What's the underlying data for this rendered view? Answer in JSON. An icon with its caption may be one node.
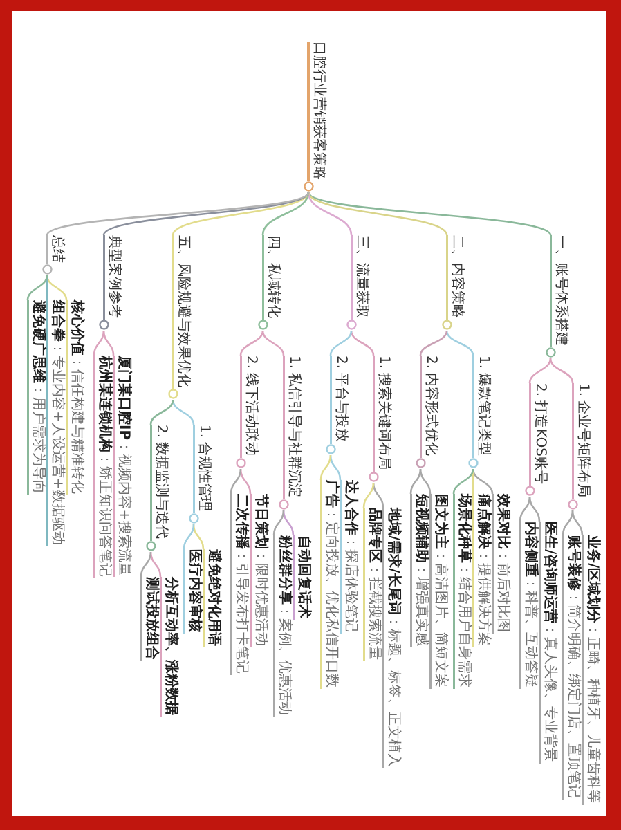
{
  "diagram": {
    "nodes": [
      {
        "text": [
          "口腔行业营销获客策略"
        ]
      },
      {
        "text": [
          "一、账号体系搭建"
        ]
      },
      {
        "text": [
          "1. 企业号矩阵布局"
        ]
      },
      {
        "text": [
          "**业务/区域划分**：正畸、种植牙、儿童齿科等"
        ]
      },
      {
        "text": [
          "**账号装修**：简介明确、绑定门店、置顶笔记"
        ]
      },
      {
        "text": [
          "2. 打造KOS账号"
        ]
      },
      {
        "text": [
          "**医生/咨询师运营**：真人头像、专业背景"
        ]
      },
      {
        "text": [
          "**内容侧重**：科普、互动答疑"
        ]
      },
      {
        "text": [
          "二、内容策略"
        ]
      },
      {
        "text": [
          "1. 爆款笔记类型"
        ]
      },
      {
        "text": [
          "**效果对比**：前后对比图"
        ]
      },
      {
        "text": [
          "**痛点解决**：提供解决方案"
        ]
      },
      {
        "text": [
          "**场景化种草**：结合用户自身需求"
        ]
      },
      {
        "text": [
          "2. 内容形式优化"
        ]
      },
      {
        "text": [
          "**图文为主**：高清图片、简短文案"
        ]
      },
      {
        "text": [
          "**短视频辅助**：增强真实感"
        ]
      },
      {
        "text": [
          "三、流量获取"
        ]
      },
      {
        "text": [
          "1. 搜索关键词布局"
        ]
      },
      {
        "text": [
          "**地域/需求/长尾词**：标题、标签、正文植入"
        ]
      },
      {
        "text": [
          "**品牌专区**：拦截搜索流量"
        ]
      },
      {
        "text": [
          "2. 平台与投放"
        ]
      },
      {
        "text": [
          "**达人合作**：探店体验笔记"
        ]
      },
      {
        "text": [
          "**广告**：定向投放、优化私信开口数"
        ]
      },
      {
        "text": [
          "四、私域转化"
        ]
      },
      {
        "text": [
          "1. 私信引导与社群沉淀"
        ]
      },
      {
        "text": [
          "自动回复话术"
        ]
      },
      {
        "text": [
          "**粉丝群分享**：案例、优惠活动"
        ]
      },
      {
        "text": [
          "2. 线下活动联动"
        ]
      },
      {
        "text": [
          "**节日策划**：限时优惠活动"
        ]
      },
      {
        "text": [
          "**二次传播**：引导发布打卡笔记"
        ]
      },
      {
        "text": [
          "五、风险规避与效果优化"
        ]
      },
      {
        "text": [
          "1. 合规性管理"
        ]
      },
      {
        "text": [
          "避免绝对化用语"
        ]
      },
      {
        "text": [
          "医疗内容审核"
        ]
      },
      {
        "text": [
          "2. 数据监测与迭代"
        ]
      },
      {
        "text": [
          "分析互动率、涨粉数据"
        ]
      },
      {
        "text": [
          "测试投放组合"
        ]
      },
      {
        "text": [
          "典型案例参考"
        ]
      },
      {
        "text": [
          "**厦门某口腔IP**：视频内容+搜索流量"
        ]
      },
      {
        "text": [
          "**杭州某连锁机构**：矫正知识问答笔记"
        ]
      },
      {
        "text": [
          "总结"
        ]
      },
      {
        "text": [
          "**核心价值**：信任构建与精准转化"
        ]
      },
      {
        "text": [
          "**组合拳**：专业内容+人设运营+数据驱动"
        ]
      },
      {
        "text": [
          "**避免硬广思维**：用户需求为导向"
        ]
      }
    ],
    "edges": [
      {
        "from": 0,
        "to": 1,
        "arrow": "none",
        "color": "#8ab89a"
      },
      {
        "from": 1,
        "to": 2,
        "arrow": "none",
        "color": "#dca3bd"
      },
      {
        "from": 2,
        "to": 3,
        "arrow": "none"
      },
      {
        "from": 2,
        "to": 4,
        "arrow": "none"
      },
      {
        "from": 1,
        "to": 5,
        "arrow": "none",
        "color": "#dca3bd"
      },
      {
        "from": 5,
        "to": 6,
        "arrow": "none"
      },
      {
        "from": 5,
        "to": 7,
        "arrow": "none"
      },
      {
        "from": 0,
        "to": 8,
        "arrow": "none",
        "color": "#d9d48a"
      },
      {
        "from": 8,
        "to": 9,
        "arrow": "none",
        "color": "#9fcfe0"
      },
      {
        "from": 9,
        "to": 10,
        "arrow": "none"
      },
      {
        "from": 9,
        "to": 11,
        "arrow": "none",
        "color": "#e2dc8c"
      },
      {
        "from": 9,
        "to": 12,
        "arrow": "none",
        "color": "#8ab89a"
      },
      {
        "from": 8,
        "to": 13,
        "arrow": "none",
        "color": "#c9a0b4"
      },
      {
        "from": 13,
        "to": 14,
        "arrow": "none"
      },
      {
        "from": 13,
        "to": 15,
        "arrow": "none"
      },
      {
        "from": 0,
        "to": 16,
        "arrow": "none",
        "color": "#dcaad0"
      },
      {
        "from": 16,
        "to": 17,
        "arrow": "none",
        "color": "#dca3bd"
      },
      {
        "from": 17,
        "to": 18,
        "arrow": "none"
      },
      {
        "from": 17,
        "to": 19,
        "arrow": "none",
        "color": "#e2dc8c"
      },
      {
        "from": 16,
        "to": 20,
        "arrow": "none",
        "color": "#9fcfe0"
      },
      {
        "from": 20,
        "to": 21,
        "arrow": "none",
        "color": "#9fcfe0"
      },
      {
        "from": 20,
        "to": 22,
        "arrow": "none",
        "color": "#e2dc8c"
      },
      {
        "from": 0,
        "to": 23,
        "arrow": "none",
        "color": "#8fbf9c"
      },
      {
        "from": 23,
        "to": 24,
        "arrow": "none",
        "color": "#dca3bd"
      },
      {
        "from": 24,
        "to": 25,
        "arrow": "none",
        "color": "#c9a0d0"
      },
      {
        "from": 24,
        "to": 26,
        "arrow": "none"
      },
      {
        "from": 23,
        "to": 27,
        "arrow": "none",
        "color": "#dca3bd"
      },
      {
        "from": 27,
        "to": 28,
        "arrow": "none",
        "color": "#dca3bd"
      },
      {
        "from": 27,
        "to": 29,
        "arrow": "none"
      },
      {
        "from": 0,
        "to": 30,
        "arrow": "none",
        "color": "#e2dc8c"
      },
      {
        "from": 30,
        "to": 31,
        "arrow": "none",
        "color": "#9fcfe0"
      },
      {
        "from": 31,
        "to": 32,
        "arrow": "none",
        "color": "#e2dc8c"
      },
      {
        "from": 31,
        "to": 33,
        "arrow": "none",
        "color": "#9fcfe0"
      },
      {
        "from": 30,
        "to": 34,
        "arrow": "none",
        "color": "#8ab89a"
      },
      {
        "from": 34,
        "to": 35,
        "arrow": "none",
        "color": "#dca3bd"
      },
      {
        "from": 34,
        "to": 36,
        "arrow": "none"
      },
      {
        "from": 0,
        "to": 37,
        "arrow": "none",
        "color": "#8a8f9c"
      },
      {
        "from": 37,
        "to": 38,
        "arrow": "none",
        "color": "#dca3bd"
      },
      {
        "from": 37,
        "to": 39,
        "arrow": "none",
        "color": "#dca3bd"
      },
      {
        "from": 0,
        "to": 40,
        "arrow": "none",
        "color": "#b4b4b4"
      },
      {
        "from": 40,
        "to": 41,
        "arrow": "none",
        "color": "#e2dc8c"
      },
      {
        "from": 40,
        "to": 42,
        "arrow": "none",
        "color": "#7fb8c0"
      },
      {
        "from": 40,
        "to": 43,
        "arrow": "none",
        "color": "#8ab89a"
      }
    ]
  }
}
